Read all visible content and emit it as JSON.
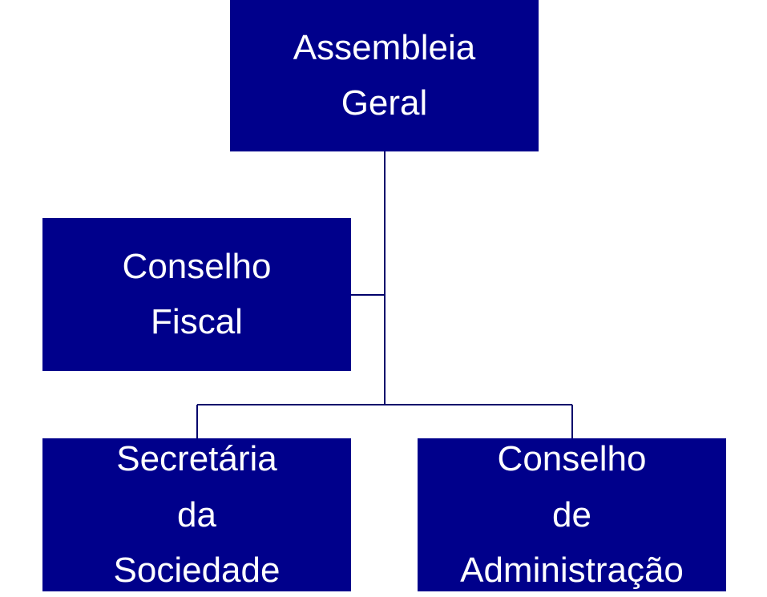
{
  "diagram": {
    "colors": {
      "box_fill": "#00008b",
      "box_text": "#ffffff",
      "connector": "#00006b",
      "background": "#ffffff"
    },
    "nodes": {
      "assembleia": {
        "line1": "Assembleia",
        "line2": "Geral"
      },
      "fiscal": {
        "line1": "Conselho",
        "line2": "Fiscal"
      },
      "secretaria": {
        "line1": "Secretária",
        "line2": "da",
        "line3": "Sociedade"
      },
      "administracao": {
        "line1": "Conselho",
        "line2": "de",
        "line3": "Administração"
      }
    },
    "edges": [
      {
        "from": "assembleia",
        "to": "fiscal"
      },
      {
        "from": "assembleia",
        "to": "secretaria"
      },
      {
        "from": "assembleia",
        "to": "administracao"
      }
    ]
  }
}
